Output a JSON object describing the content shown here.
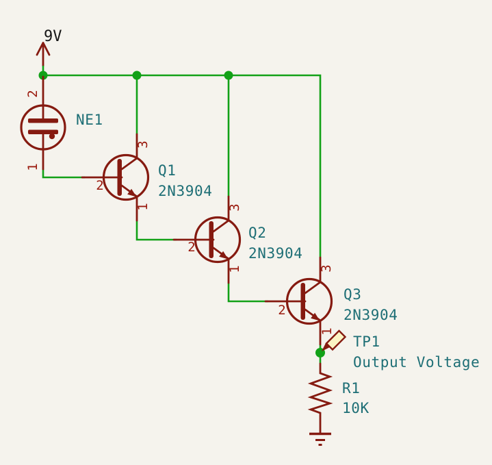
{
  "colors": {
    "background": "#f5f3ed",
    "wire": "#12a117",
    "symbol": "#851a10",
    "pin": "#9a1a0e",
    "field": "#1d6e75",
    "net": "#161616",
    "probe_fill": "#fbf4c4"
  },
  "power": {
    "net_label": "9V"
  },
  "components": {
    "ne1": {
      "ref": "NE1",
      "pin_top": "2",
      "pin_bottom": "1"
    },
    "q1": {
      "ref": "Q1",
      "value": "2N3904",
      "pin_collector": "3",
      "pin_base": "2",
      "pin_emitter": "1"
    },
    "q2": {
      "ref": "Q2",
      "value": "2N3904",
      "pin_collector": "3",
      "pin_base": "2",
      "pin_emitter": "1"
    },
    "q3": {
      "ref": "Q3",
      "value": "2N3904",
      "pin_collector": "3",
      "pin_base": "2",
      "pin_emitter": "1"
    },
    "tp1": {
      "ref": "TP1",
      "value": "Output Voltage"
    },
    "r1": {
      "ref": "R1",
      "value": "10K"
    }
  }
}
